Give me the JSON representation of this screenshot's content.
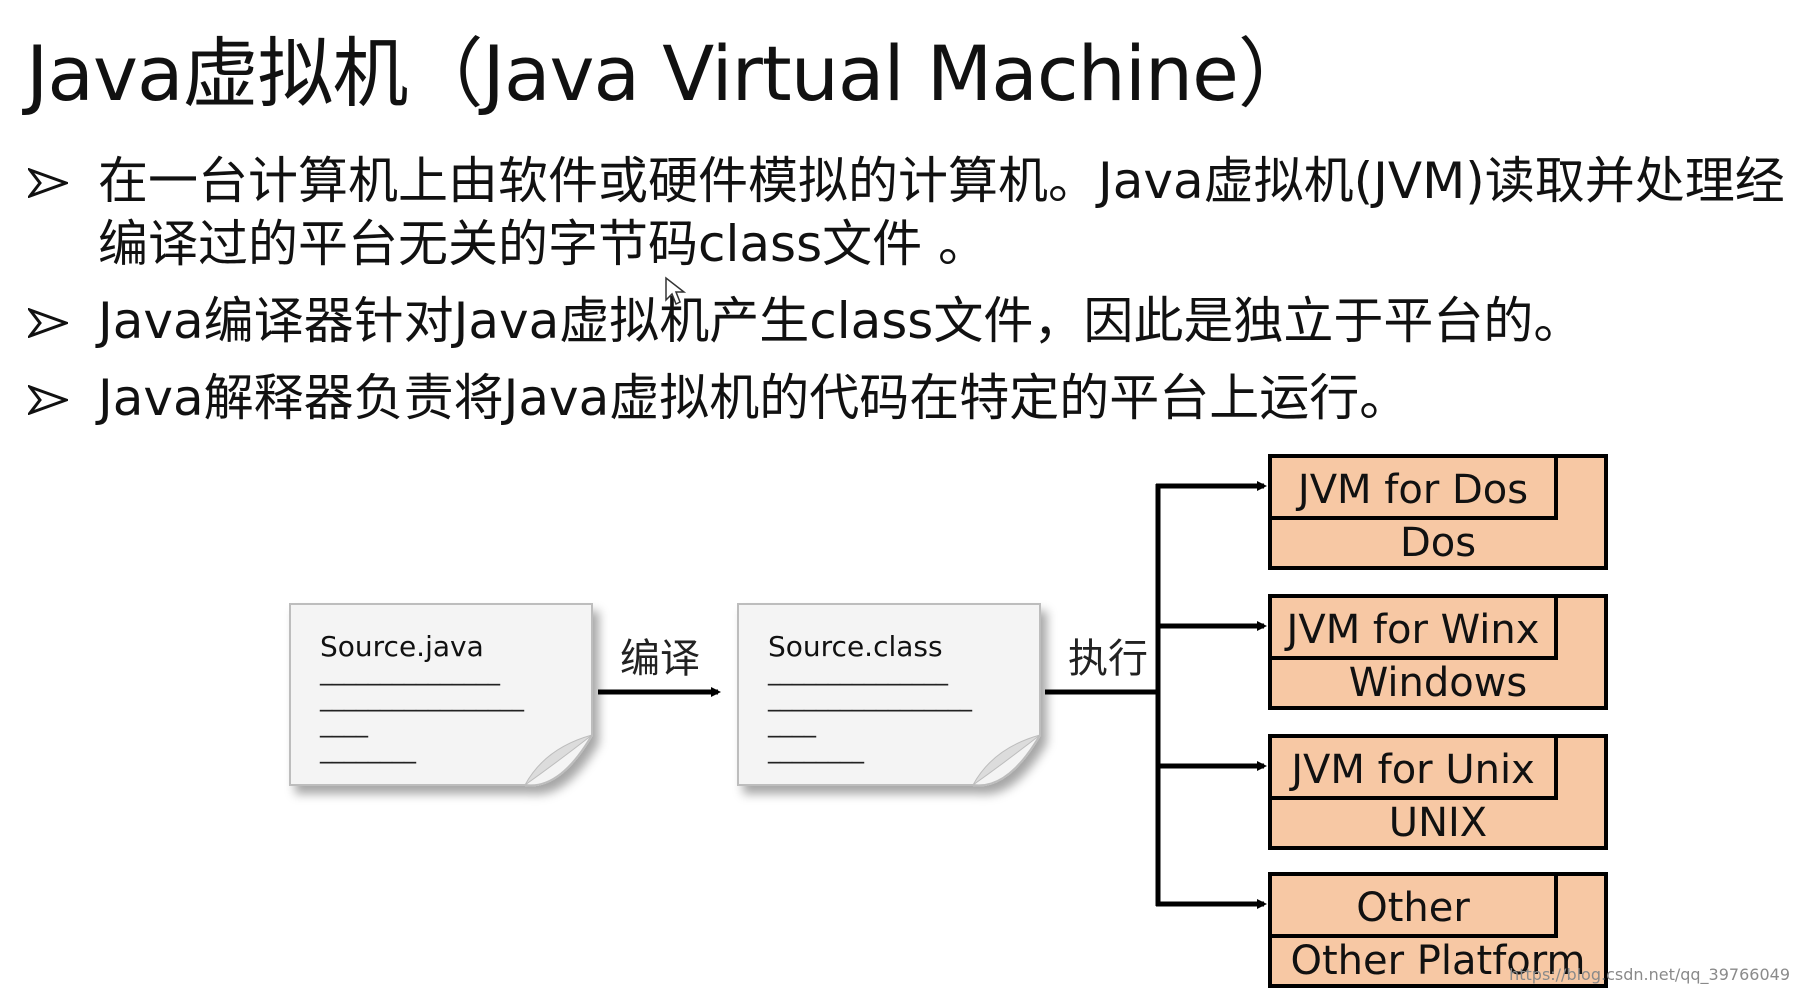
{
  "slide": {
    "title": "Java虚拟机（Java Virtual Machine）",
    "bullets": [
      "在一台计算机上由软件或硬件模拟的计算机。Java虚拟机(JVM)读取并处理经编译过的平台无关的字节码class文件 。",
      "Java编译器针对Java虚拟机产生class文件，因此是独立于平台的。",
      "Java解释器负责将Java虚拟机的代码在特定的平台上运行。"
    ],
    "watermark": "https://blog.csdn.net/qq_39766049"
  },
  "diagram": {
    "source_doc": {
      "label": "Source.java",
      "lines": [
        "_______________",
        "_________________",
        "____",
        "________"
      ]
    },
    "compile_label": "编译",
    "class_doc": {
      "label": "Source.class",
      "lines": [
        "_______________",
        "_________________",
        "____",
        "________"
      ]
    },
    "execute_label": "执行",
    "platforms": [
      {
        "jvm": "JVM for Dos",
        "os": "Dos"
      },
      {
        "jvm": "JVM for Winx",
        "os": "Windows"
      },
      {
        "jvm": "JVM for Unix",
        "os": "UNIX"
      },
      {
        "jvm": "Other",
        "os": "Other Platform"
      }
    ],
    "colors": {
      "box_fill": "#f7c8a4",
      "line": "#000000",
      "page_fill": "#f4f4f4"
    }
  }
}
